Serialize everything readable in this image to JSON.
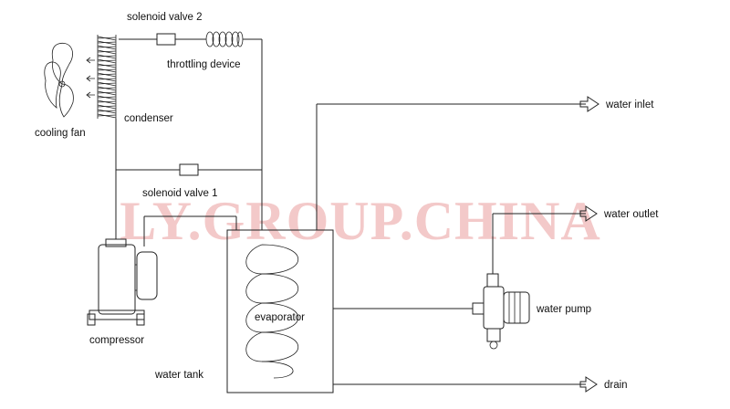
{
  "labels": {
    "solenoid_valve_2": "solenoid valve 2",
    "throttling_device": "throttling device",
    "condenser": "condenser",
    "cooling_fan": "cooling fan",
    "solenoid_valve_1": "solenoid valve 1",
    "compressor": "compressor",
    "evaporator": "evaporator",
    "water_tank": "water tank",
    "water_inlet": "water inlet",
    "water_outlet": "water outlet",
    "water_pump": "water pump",
    "drain": "drain"
  },
  "watermark": {
    "text": "LY.GROUP.CHINA",
    "color": "#f3c9c9"
  },
  "colors": {
    "line": "#222222",
    "background": "#ffffff"
  }
}
